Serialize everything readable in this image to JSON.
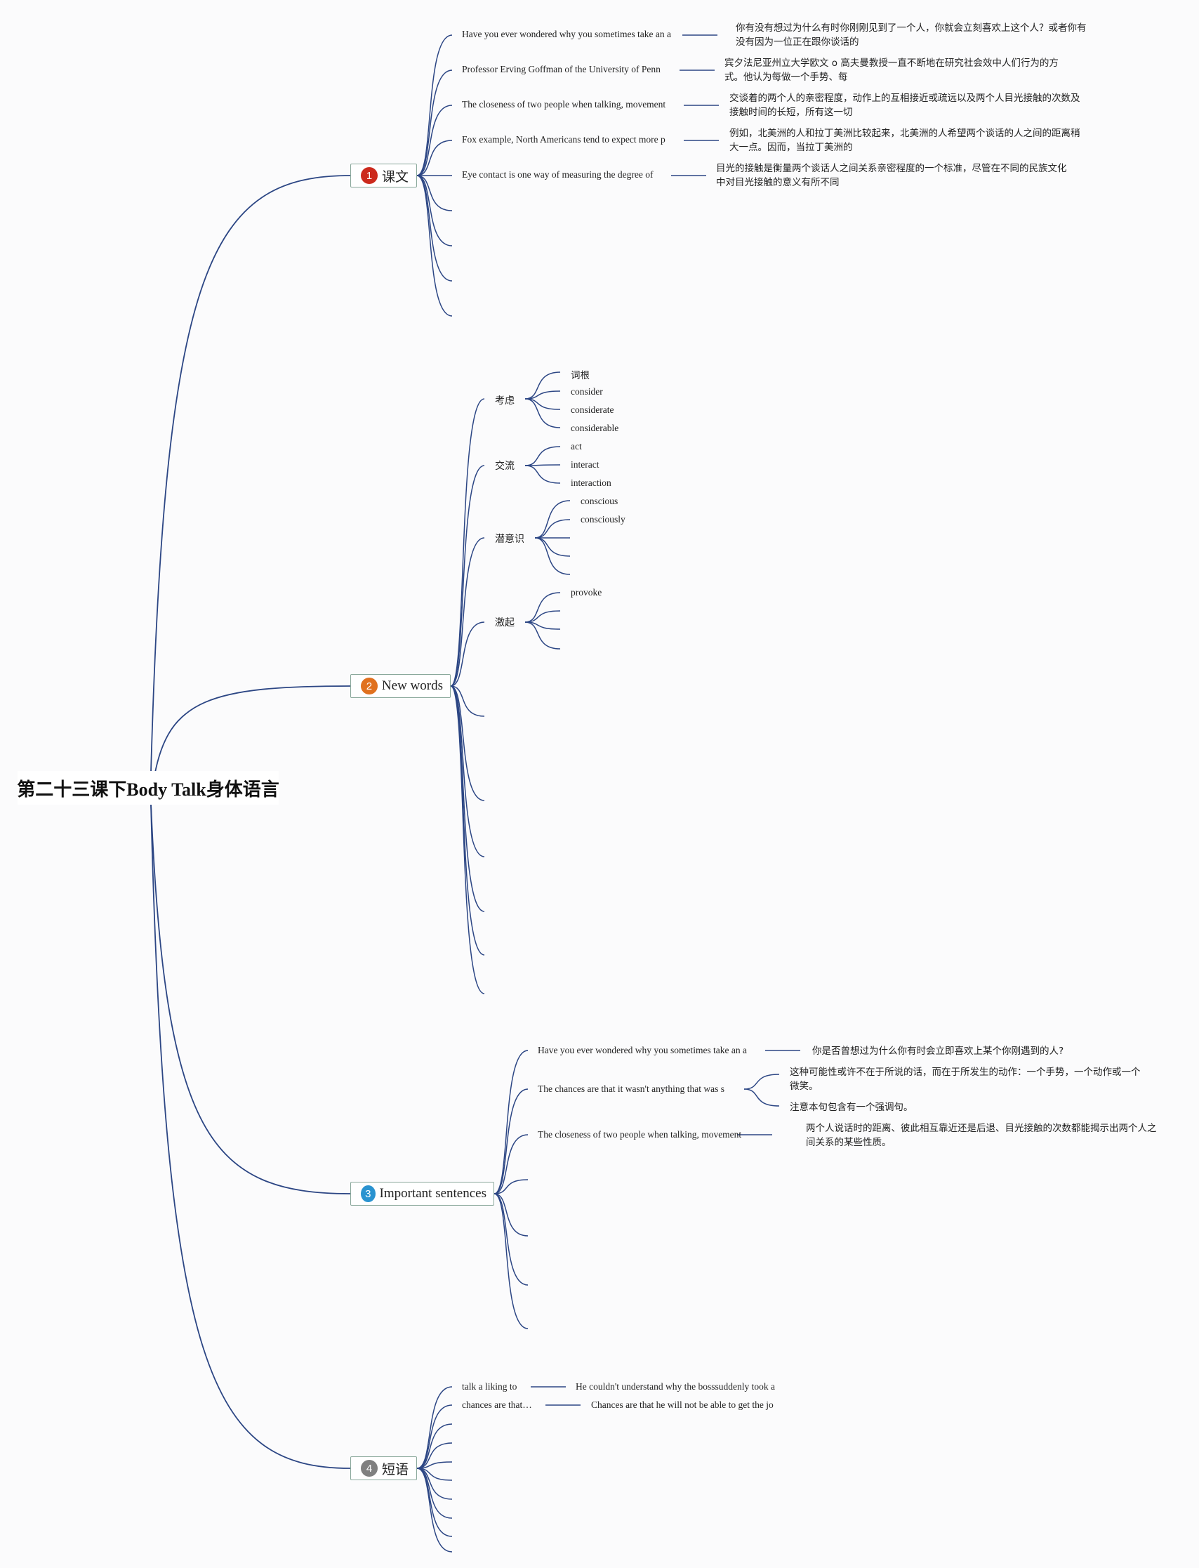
{
  "root": {
    "title": "第二十三课下Body Talk身体语言"
  },
  "colors": {
    "edge": "#2c4684",
    "b1": "#cc2a1d",
    "b2": "#e0711f",
    "b3": "#2a93d0",
    "b4": "#808080"
  },
  "branch1": {
    "num": "1",
    "label": "课文",
    "items": [
      {
        "en": "Have you ever wondered why you sometimes take an a",
        "zh": "你有没有想过为什么有时你刚刚见到了一个人，你就会立刻喜欢上这个人？或者你有没有因为一位正在跟你谈话的"
      },
      {
        "en": "Professor Erving Goffman of the University of Penn",
        "zh": "宾夕法尼亚州立大学欧文 o 高夫曼教授一直不断地在研究社会效中人们行为的方式。他认为每做一个手势、每"
      },
      {
        "en": "The closeness of two people when talking, movement",
        "zh": "交谈着的两个人的亲密程度，动作上的互相接近或疏远以及两个人目光接触的次数及接触时间的长短，所有这一切"
      },
      {
        "en": "Fox example, North Americans tend to expect more p",
        "zh": "例如，北美洲的人和拉丁美洲比较起来，北美洲的人希望两个谈话的人之间的距离稍大一点。因而，当拉丁美洲的"
      },
      {
        "en": "Eye contact is one way of measuring the degree of",
        "zh": "目光的接触是衡量两个谈话人之间关系亲密程度的一个标准，尽管在不同的民族文化中对目光接触的意义有所不同"
      }
    ]
  },
  "branch2": {
    "num": "2",
    "label": "New words",
    "groups": [
      {
        "label": "考虑",
        "words": [
          "词根",
          "consider",
          "considerate",
          "considerable"
        ]
      },
      {
        "label": "交流",
        "words": [
          "act",
          "interact",
          "interaction"
        ]
      },
      {
        "label": "潜意识",
        "words": [
          "conscious",
          "consciously"
        ]
      },
      {
        "label": "激起",
        "words": [
          "provoke"
        ]
      }
    ]
  },
  "branch3": {
    "num": "3",
    "label": "Important sentences",
    "items": [
      {
        "en": "Have you ever wondered why you sometimes take an a",
        "zh": [
          "你是否曾想过为什么你有时会立即喜欢上某个你刚遇到的人?"
        ]
      },
      {
        "en": "The chances are that it wasn't anything that was s",
        "zh": [
          "这种可能性或许不在于所说的话，而在于所发生的动作：一个手势，一个动作或一个微笑。",
          "注意本句包含有一个强调句。"
        ]
      },
      {
        "en": "The closeness of two people when talking, movement",
        "zh": [
          "两个人说话时的距离、彼此相互靠近还是后退、目光接触的次数都能揭示出两个人之间关系的某些性质。"
        ]
      }
    ]
  },
  "branch4": {
    "num": "4",
    "label": "短语",
    "items": [
      {
        "phrase": "talk a liking to",
        "example": "He couldn't understand why the bosssuddenly took a"
      },
      {
        "phrase": "chances are that…",
        "example": "Chances are that he will not be able to get the jo"
      }
    ]
  }
}
